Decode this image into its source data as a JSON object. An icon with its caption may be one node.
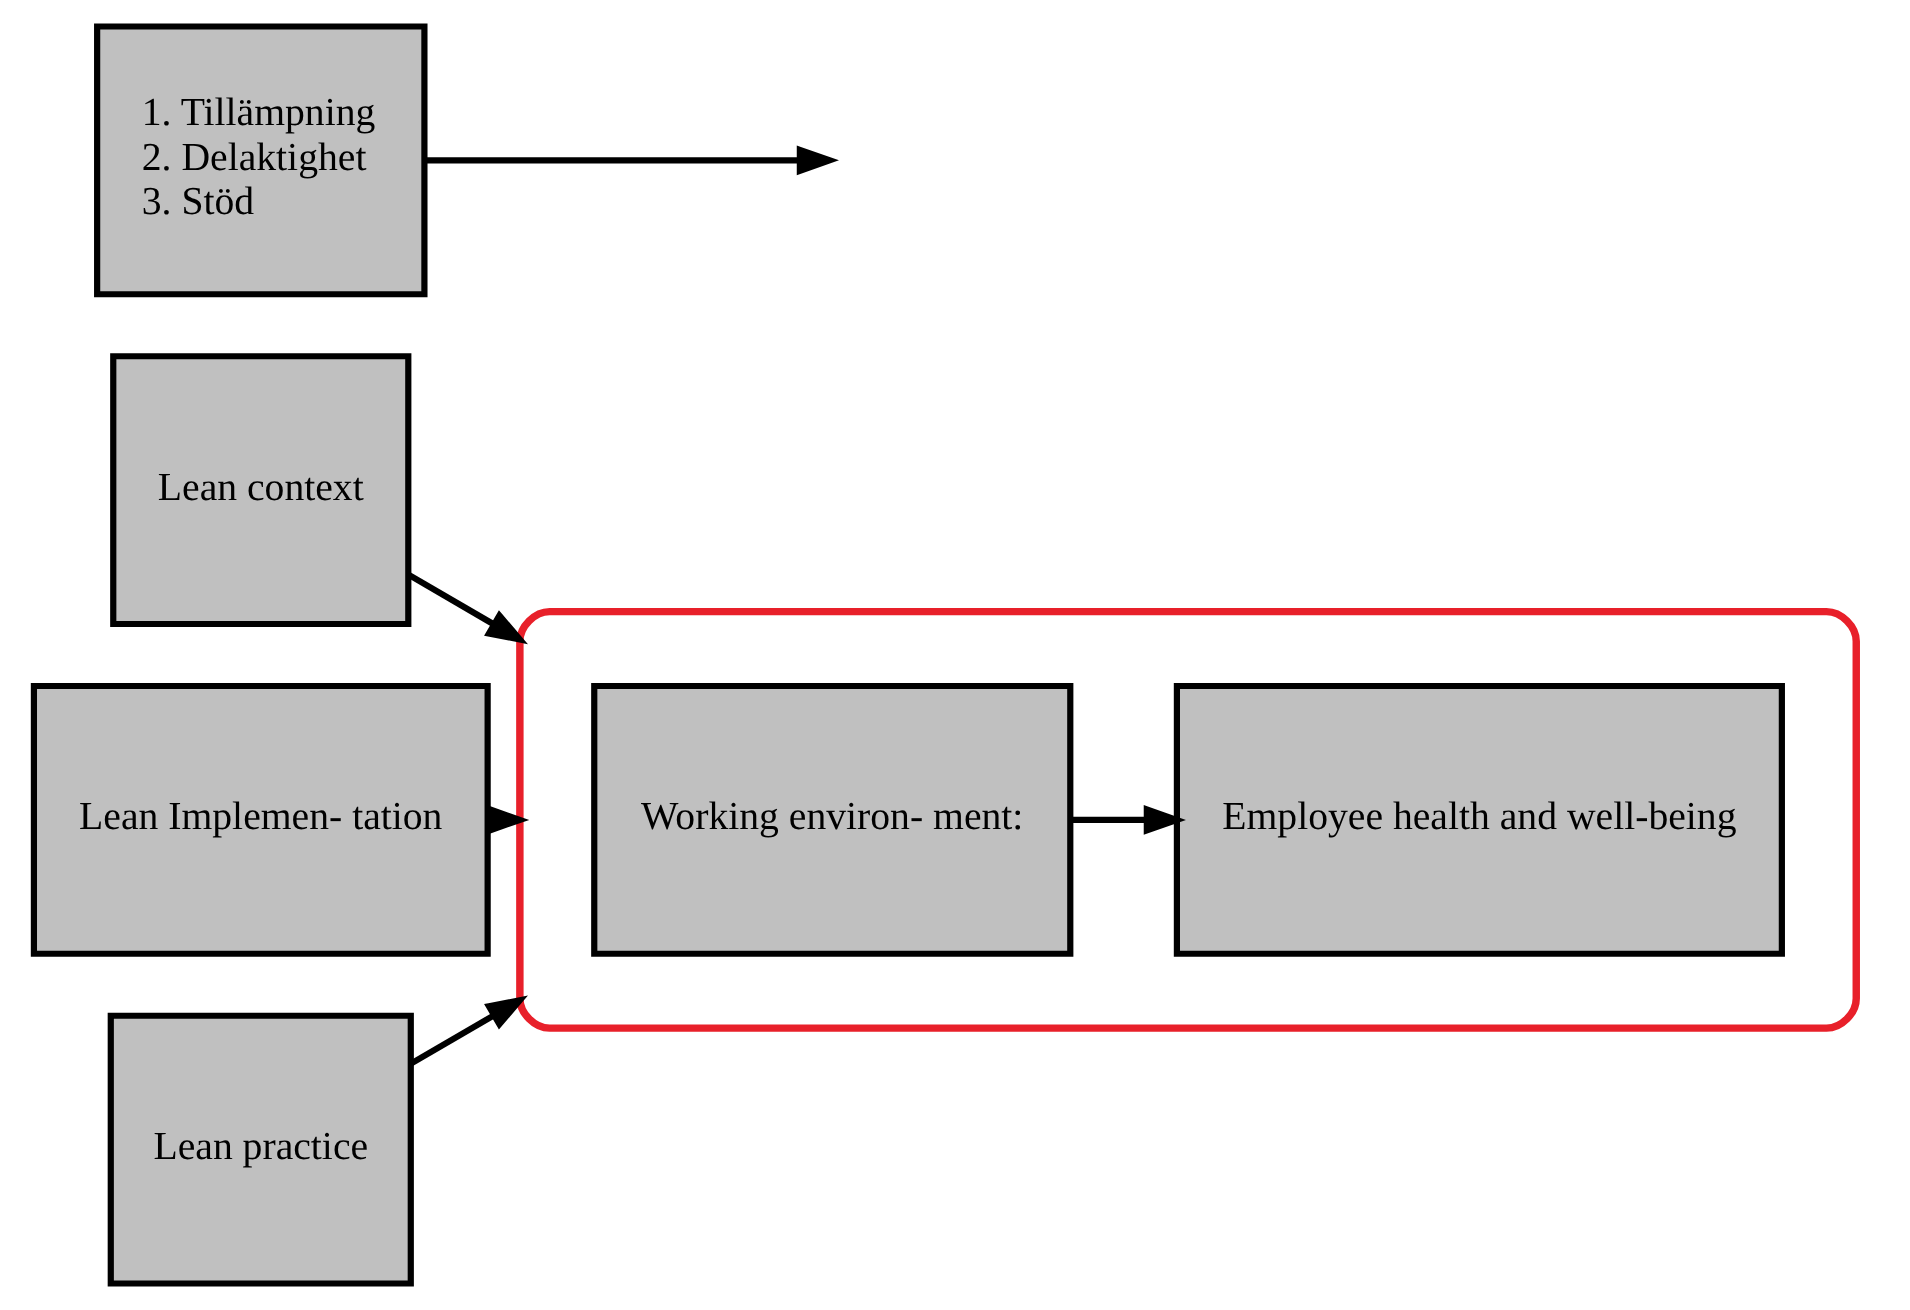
{
  "diagram": {
    "nodes": [
      {
        "text": [
          "Lean context"
        ]
      },
      {
        "text": [
          "Lean Implemen- tation"
        ]
      },
      {
        "text": [
          "Lean practice"
        ]
      },
      {
        "text": [],
        "shape": "ellipse"
      },
      {
        "text": [
          "Working environ- ment:"
        ],
        "in": 3
      },
      {
        "text": [
          "Employee health and well-being"
        ],
        "in": 3
      },
      {
        "text": [
          "1. Tillämpning",
          "2. Delaktighet",
          "3. Stöd"
        ]
      }
    ],
    "edges": [
      {
        "from": 0,
        "to": 3,
        "arrow": "to"
      },
      {
        "from": 1,
        "to": 3,
        "arrow": "to"
      },
      {
        "from": 2,
        "to": 3,
        "arrow": "to"
      },
      {
        "from": 4,
        "to": 5,
        "arrow": "to"
      },
      {
        "from": 6,
        "to": null,
        "arrow": "to"
      }
    ]
  }
}
